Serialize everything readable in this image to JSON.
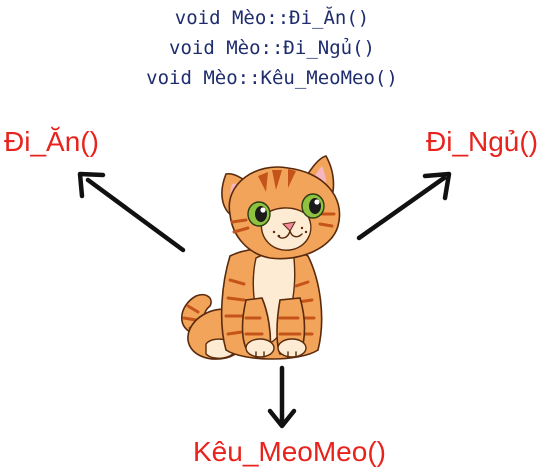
{
  "colors": {
    "code_text": "#1f2d6e",
    "label_text": "#e8231d",
    "arrow": "#111111",
    "cat_fur": "#f2a55a",
    "cat_stripe": "#c4541a",
    "cat_cream": "#fdebd3",
    "cat_eye": "#8fc241"
  },
  "code": {
    "lines": [
      "void Mèo::Đi_Ăn()",
      "void Mèo::Đi_Ngủ()",
      "void Mèo::Kêu_MeoMeo()"
    ]
  },
  "labels": {
    "eat": "Đi_Ăn()",
    "sleep": "Đi_Ngủ()",
    "meow": "Kêu_MeoMeo()"
  },
  "icons": {
    "center": "cat-icon",
    "arrows": [
      "arrow-up-left-icon",
      "arrow-up-right-icon",
      "arrow-down-icon"
    ]
  }
}
